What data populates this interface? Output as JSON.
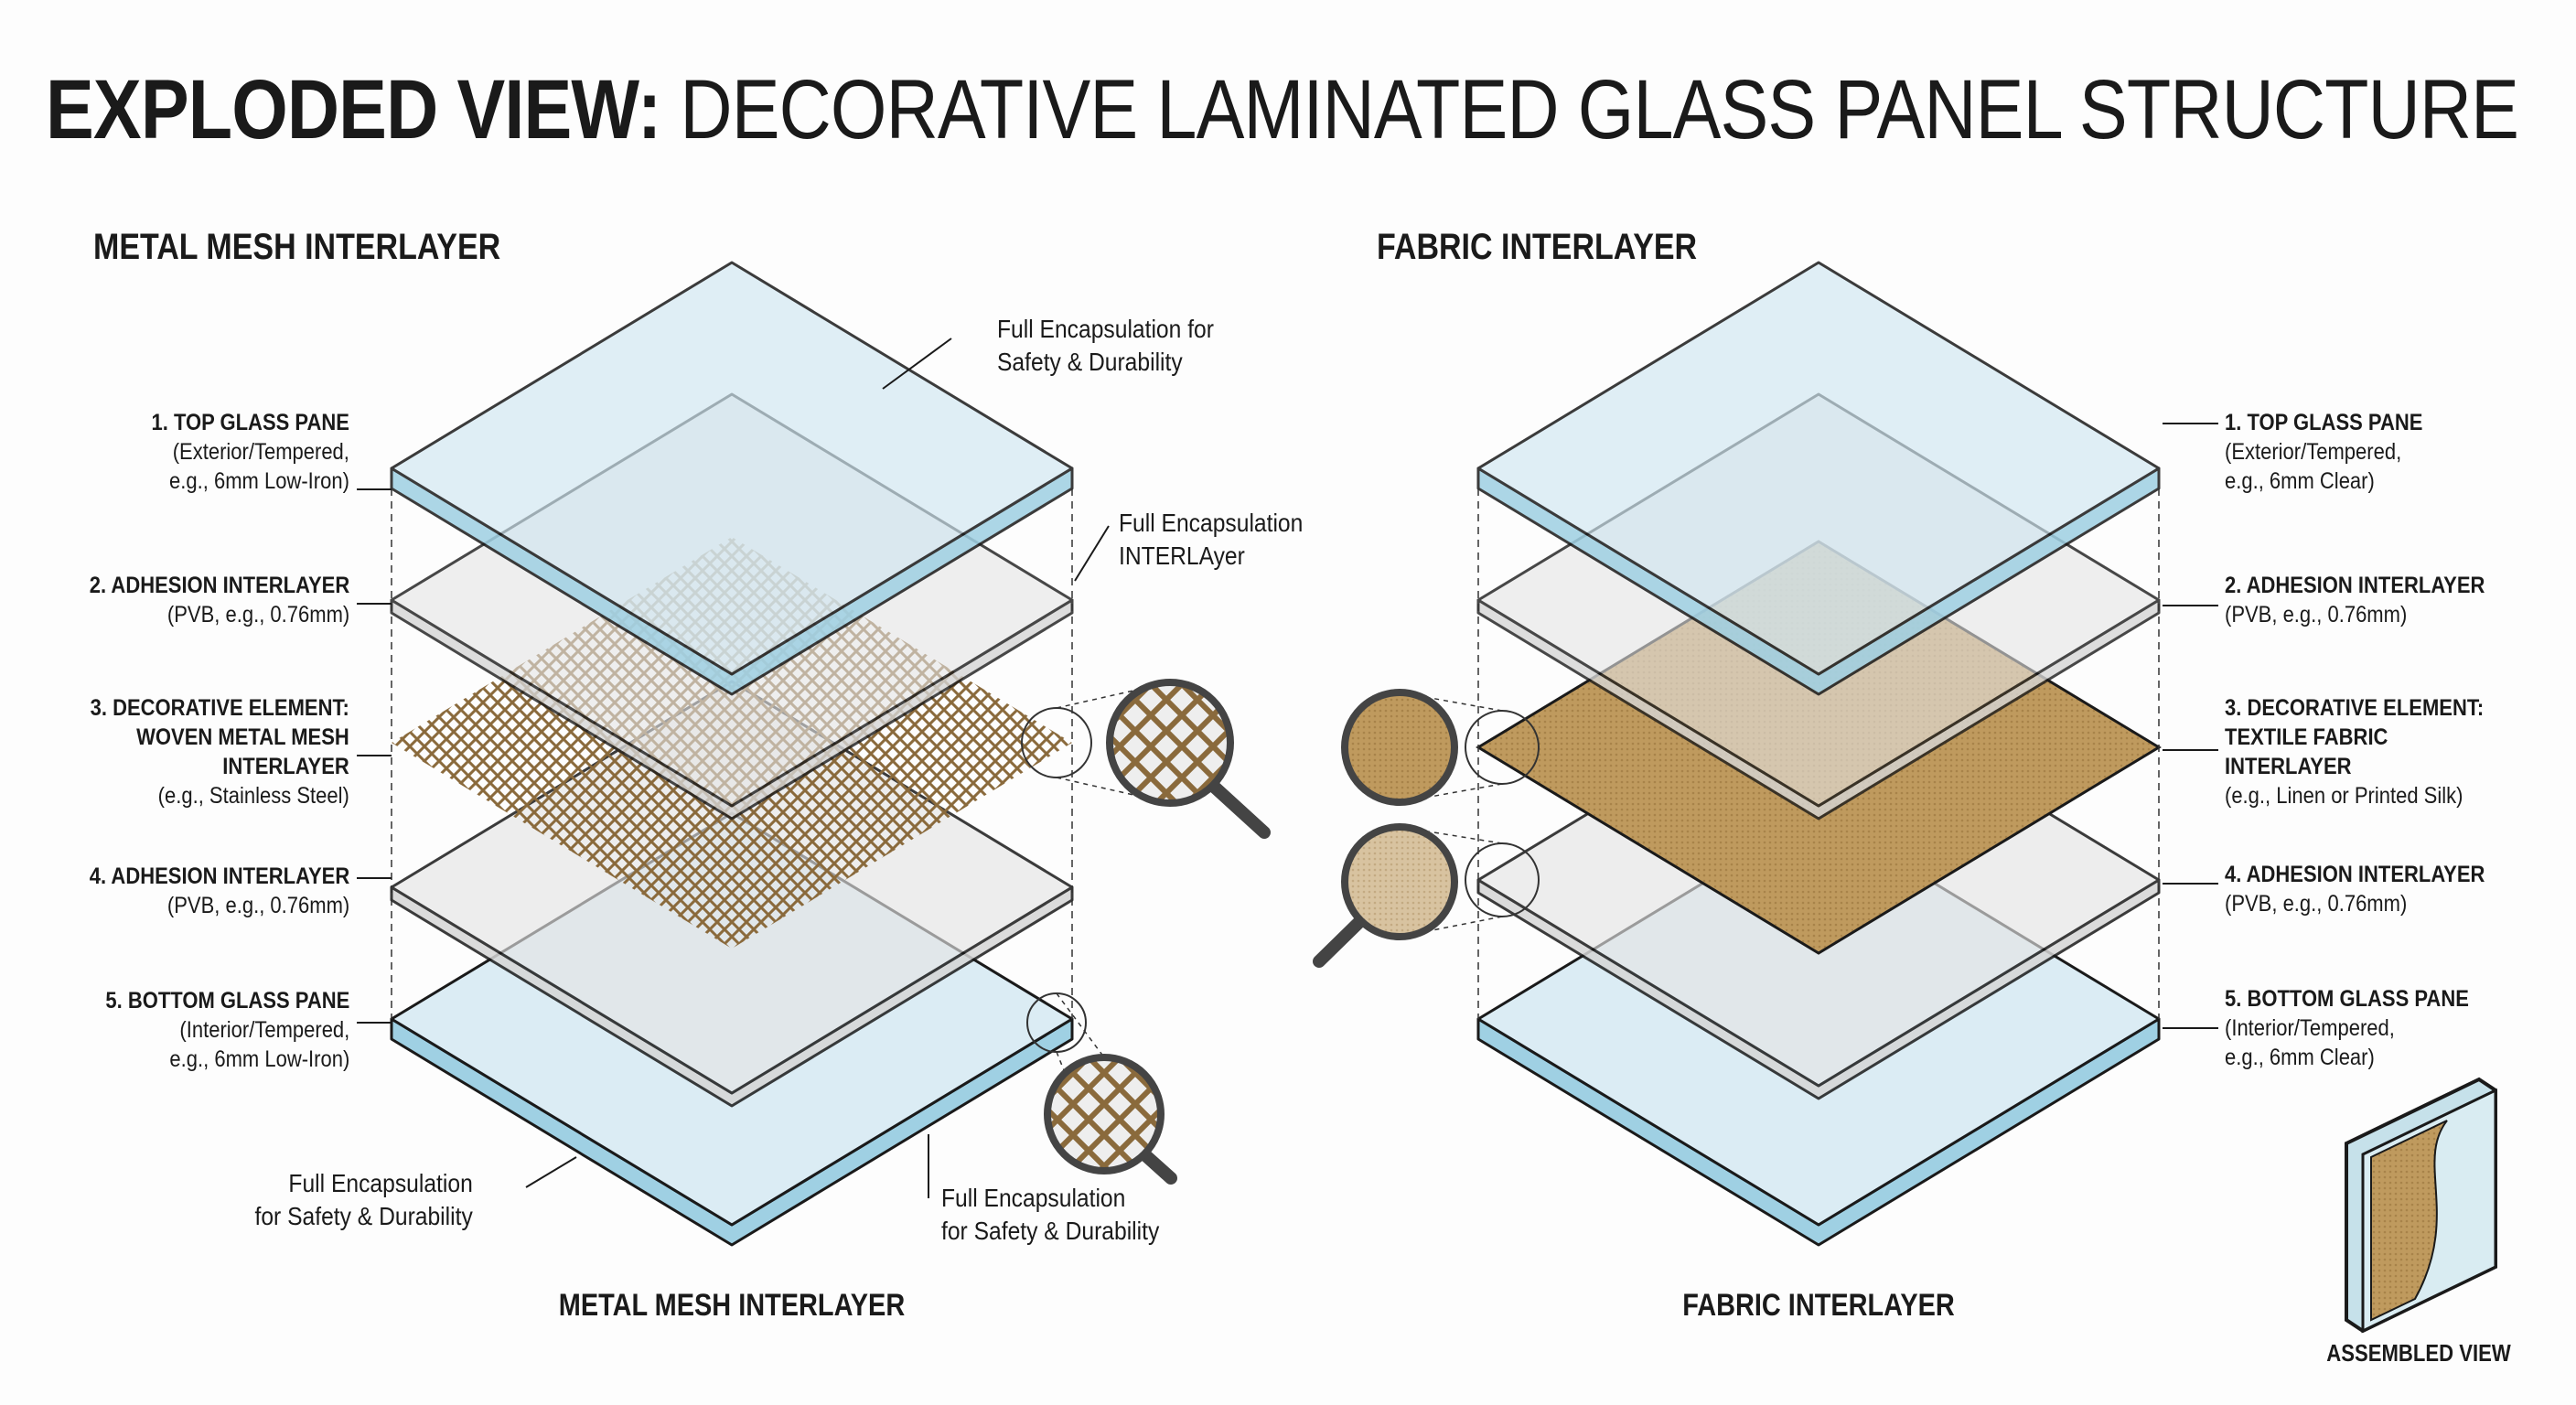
{
  "title": {
    "bold": "EXPLODED VIEW:",
    "rest": " DECORATIVE LAMINATED GLASS PANEL STRUCTURE"
  },
  "left": {
    "heading": "METAL MESH INTERLAYER",
    "caption": "METAL MESH INTERLAYER",
    "labels": [
      {
        "head": "1. TOP GLASS PANE",
        "lines": [
          "(Exterior/Tempered,",
          "e.g., 6mm Low-Iron)"
        ]
      },
      {
        "head": "2. ADHESION INTERLAYER",
        "lines": [
          "(PVB, e.g., 0.76mm)"
        ]
      },
      {
        "head": "3. DECORATIVE ELEMENT:",
        "lines": [
          "WOVEN METAL MESH",
          "INTERLAYER",
          "(e.g., Stainless Steel)"
        ]
      },
      {
        "head": "4. ADHESION INTERLAYER",
        "lines": [
          "(PVB, e.g., 0.76mm)"
        ]
      },
      {
        "head": "5. BOTTOM GLASS PANE",
        "lines": [
          "(Interior/Tempered,",
          "e.g., 6mm Low-Iron)"
        ]
      }
    ],
    "notes": [
      {
        "lines": [
          "Full Encapsulation for",
          "Safety & Durability"
        ]
      },
      {
        "lines": [
          "Full Encapsulation",
          "INTERLAyer"
        ]
      },
      {
        "lines": [
          "Full Encapsulation",
          "for Safety & Durability"
        ]
      },
      {
        "lines": [
          "Full Encapsulation",
          "for Safety & Durability"
        ]
      }
    ]
  },
  "right": {
    "heading": "FABRIC INTERLAYER",
    "caption": "FABRIC INTERLAYER",
    "labels": [
      {
        "head": "1. TOP GLASS PANE",
        "lines": [
          "(Exterior/Tempered,",
          "e.g., 6mm Clear)"
        ]
      },
      {
        "head": "2. ADHESION INTERLAYER",
        "lines": [
          "(PVB, e.g., 0.76mm)"
        ]
      },
      {
        "head": "3. DECORATIVE ELEMENT:",
        "lines": [
          "TEXTILE FABRIC",
          "INTERLAYER",
          "(e.g., Linen or Printed Silk)"
        ]
      },
      {
        "head": "4. ADHESION INTERLAYER",
        "lines": [
          "(PVB, e.g., 0.76mm)"
        ]
      },
      {
        "head": "5. BOTTOM GLASS PANE",
        "lines": [
          "(Interior/Tempered,",
          "e.g., 6mm Clear)"
        ]
      }
    ]
  },
  "assembled": {
    "caption": "ASSEMBLED VIEW"
  },
  "colors": {
    "glass": "#cfe6f0",
    "glassEdge": "#9fd0e3",
    "pvb": "#e4e4e4",
    "mesh": "#8a6a3c",
    "fabric": "#bf9a5e",
    "fabricLight": "#d8c3a0",
    "ink": "#1a1a1a"
  }
}
